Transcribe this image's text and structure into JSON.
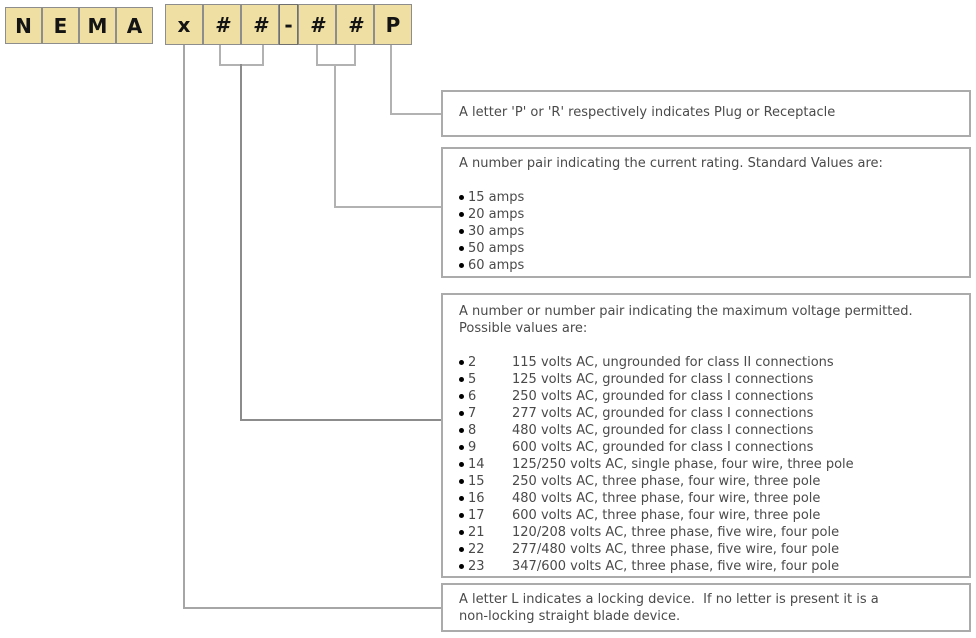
{
  "tiles": {
    "group1": [
      "N",
      "E",
      "M",
      "A"
    ],
    "group2": [
      "x",
      "#",
      "#",
      "-",
      "#",
      "#",
      "P"
    ]
  },
  "callouts": {
    "plug": {
      "text": "A letter 'P' or 'R' respectively indicates Plug or Receptacle"
    },
    "current": {
      "header": "A number pair indicating the current rating. Standard Values are:",
      "items": [
        "15 amps",
        "20 amps",
        "30 amps",
        "50 amps",
        "60 amps"
      ]
    },
    "voltage": {
      "header": "A number or number pair indicating the maximum voltage permitted. Possible values are:",
      "items": [
        {
          "num": "2",
          "desc": "115 volts AC, ungrounded for class II connections"
        },
        {
          "num": "5",
          "desc": "125 volts AC, grounded for class I connections"
        },
        {
          "num": "6",
          "desc": "250 volts AC, grounded for class I connections"
        },
        {
          "num": "7",
          "desc": "277 volts AC, grounded for class I connections"
        },
        {
          "num": "8",
          "desc": "480 volts AC, grounded for class I connections"
        },
        {
          "num": "9",
          "desc": "600 volts AC, grounded for class I connections"
        },
        {
          "num": "14",
          "desc": "125/250 volts AC, single phase, four wire, three pole"
        },
        {
          "num": "15",
          "desc": "250 volts AC, three phase, four wire, three pole"
        },
        {
          "num": "16",
          "desc": "480 volts AC, three phase, four wire, three pole"
        },
        {
          "num": "17",
          "desc": "600 volts AC, three phase, four wire, three pole"
        },
        {
          "num": "21",
          "desc": "120/208 volts AC, three phase, five wire, four pole"
        },
        {
          "num": "22",
          "desc": "277/480 volts AC, three phase, five wire, four pole"
        },
        {
          "num": "23",
          "desc": "347/600 volts AC, three phase, five wire, four pole"
        }
      ]
    },
    "locking": {
      "lines": [
        "A letter L indicates a locking device.  If no letter is present it is a",
        "non-locking straight blade device."
      ]
    }
  },
  "colors": {
    "tile_fill": "#efdfa3",
    "tile_border": "#8d8d8d",
    "box_border": "#ababab",
    "connector_line": "#b2b2b2",
    "connector_line_dark": "#8c8c8c",
    "text": "#4a4a4a",
    "bullet": "#000000",
    "background": "#ffffff"
  }
}
